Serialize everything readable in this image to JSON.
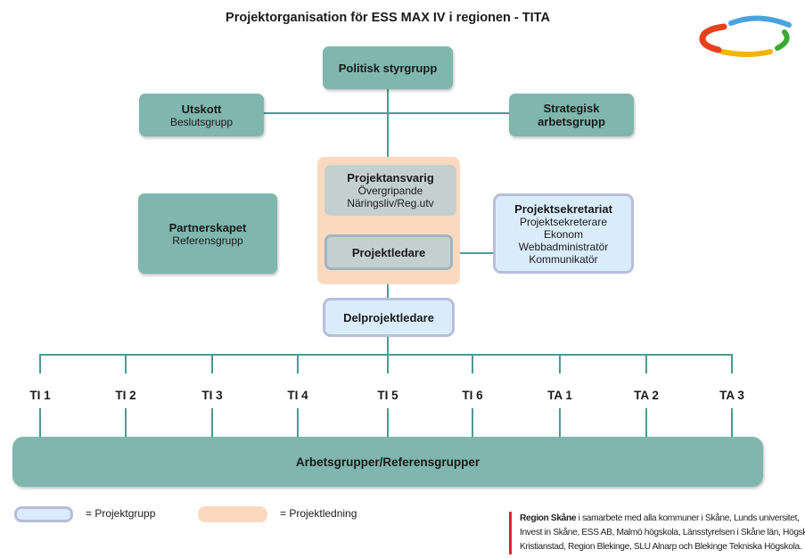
{
  "title": "Projektorganisation för ESS MAX IV i regionen - TITA",
  "colors": {
    "teal": "#7fb6ae",
    "connector": "#4b9b93",
    "peach": "#fbd9bf",
    "light_blue": "#d9ecfb",
    "grey": "#c4d0cf",
    "region_red": "#d42a2a"
  },
  "logo": {
    "icon": "region-skane-swirl-logo"
  },
  "nodes": {
    "styrgrupp": {
      "label": "Politisk styrgrupp"
    },
    "utskott": {
      "label": "Utskott",
      "sub": "Beslutsgrupp"
    },
    "strategisk": {
      "label_line1": "Strategisk",
      "label_line2": "arbetsgrupp"
    },
    "partnerskapet": {
      "label": "Partnerskapet",
      "sub": "Referensgrupp"
    },
    "projektansvarig": {
      "label": "Projektansvarig",
      "sub1": "Övergripande",
      "sub2": "Näringsliv/Reg.utv"
    },
    "projektledare": {
      "label": "Projektledare"
    },
    "sekretariat": {
      "label": "Projektsekretariat",
      "items": [
        "Projektsekreterare",
        "Ekonom",
        "Webbadministratör",
        "Kommunikatör"
      ]
    },
    "delprojektledare": {
      "label": "Delprojektledare"
    },
    "arbetsgrupper": {
      "label": "Arbetsgrupper/Referensgrupper"
    }
  },
  "subprojects": [
    "TI 1",
    "TI 2",
    "TI 3",
    "TI 4",
    "TI 5",
    "TI 6",
    "TA 1",
    "TA 2",
    "TA 3"
  ],
  "legend": {
    "projektgrupp": "= Projektgrupp",
    "projektledning": "= Projektledning"
  },
  "footer": {
    "org": "Region Skåne",
    "line1_rest": " i samarbete med alla kommuner i Skåne, Lunds universitet,",
    "line2": "Invest in Skåne, ESS AB, Malmö högskola, Länsstyrelsen i Skåne län, Högskolan",
    "line3": "Kristianstad, Region Blekinge, SLU Alnarp och Blekinge Tekniska Högskola."
  }
}
